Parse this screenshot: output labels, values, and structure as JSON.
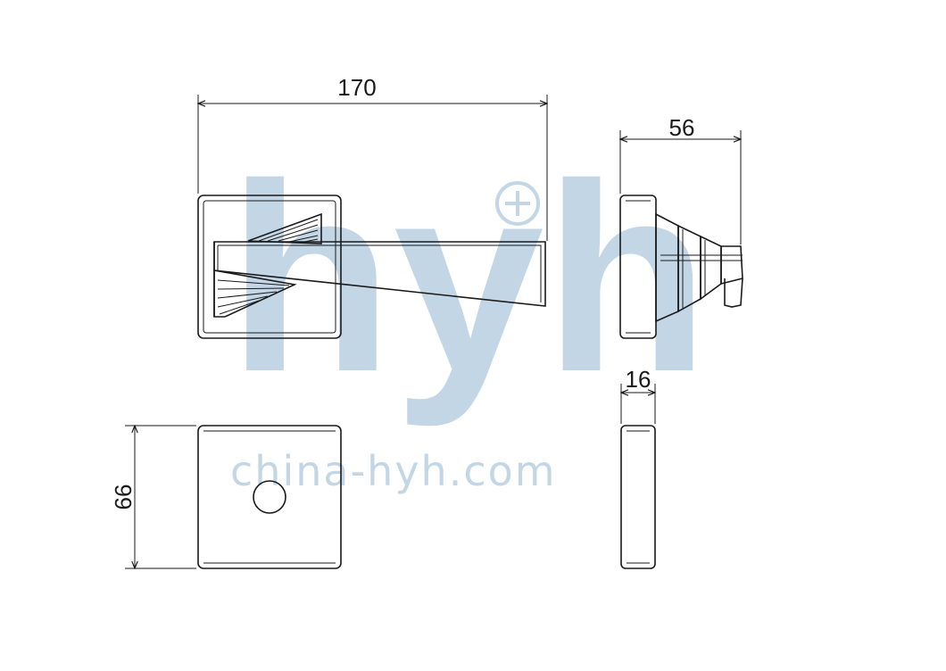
{
  "watermark": {
    "letters": "hyh",
    "url": "china-hyh.com"
  },
  "dimensions": {
    "lever_length": "170",
    "projection_depth": "56",
    "rose_thickness": "16",
    "rose_size": "66"
  },
  "colors": {
    "line": "#1a1a1a",
    "watermark": "#c3d6e6",
    "background": "#ffffff"
  }
}
